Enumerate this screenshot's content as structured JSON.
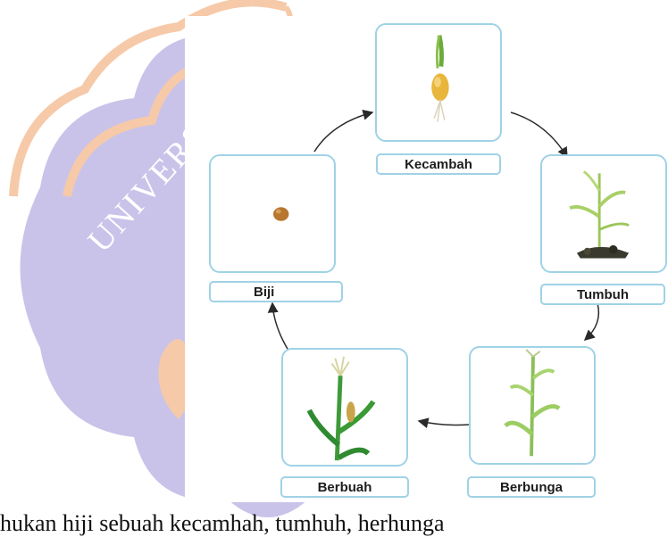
{
  "stages": [
    {
      "id": "kecambah",
      "label": "Kecambah"
    },
    {
      "id": "tumbuh",
      "label": "Tumbuh"
    },
    {
      "id": "berbunga",
      "label": "Berbunga"
    },
    {
      "id": "berbuah",
      "label": "Berbuah"
    },
    {
      "id": "biji",
      "label": "Biji"
    }
  ],
  "watermark": {
    "text": "UNIVERSITAS",
    "color": "#c9c3ea",
    "accent": "#f6c9a8"
  },
  "caption": "hukan hiji sebuah kecamhah, tumhuh, herhunga"
}
